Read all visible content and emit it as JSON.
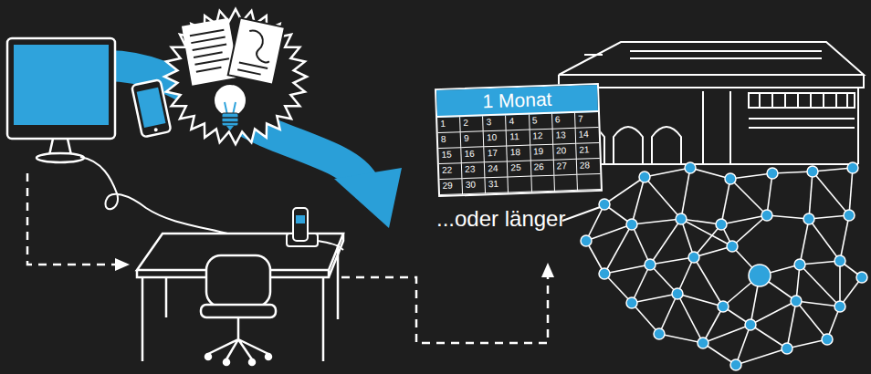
{
  "diagram": {
    "nodes": [
      {
        "text": [
          "1 Monat"
        ]
      }
    ],
    "labels": [
      "1",
      "2",
      "3",
      "4",
      "5",
      "6",
      "7",
      "8",
      "9",
      "10",
      "11",
      "12",
      "13",
      "14",
      "15",
      "16",
      "17",
      "18",
      "19",
      "20",
      "21",
      "22",
      "23",
      "24",
      "25",
      "26",
      "27",
      "28",
      "29",
      "30",
      "31",
      "...oder länger"
    ]
  }
}
